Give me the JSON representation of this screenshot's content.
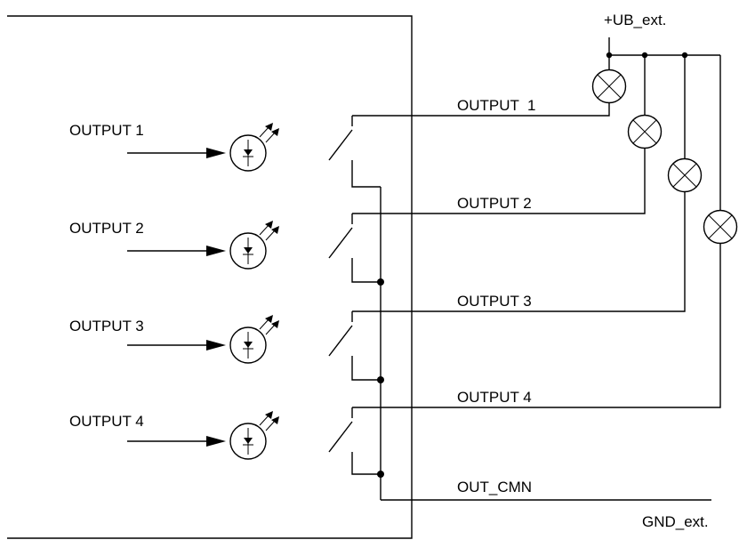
{
  "diagram": {
    "supply_label": "+UB_ext.",
    "ground_label": "GND_ext.",
    "common_label": "OUT_CMN",
    "inputs": [
      {
        "label": "OUTPUT 1"
      },
      {
        "label": "OUTPUT 2"
      },
      {
        "label": "OUTPUT 3"
      },
      {
        "label": "OUTPUT 4"
      }
    ],
    "outputs": [
      {
        "label": "OUTPUT  1"
      },
      {
        "label": "OUTPUT 2"
      },
      {
        "label": "OUTPUT 3"
      },
      {
        "label": "OUTPUT 4"
      }
    ],
    "icons": {
      "optocoupler": "led-optocoupler-icon",
      "lamp": "lamp-icon",
      "relay_contact": "relay-switch-icon",
      "junction": "junction-dot"
    }
  }
}
